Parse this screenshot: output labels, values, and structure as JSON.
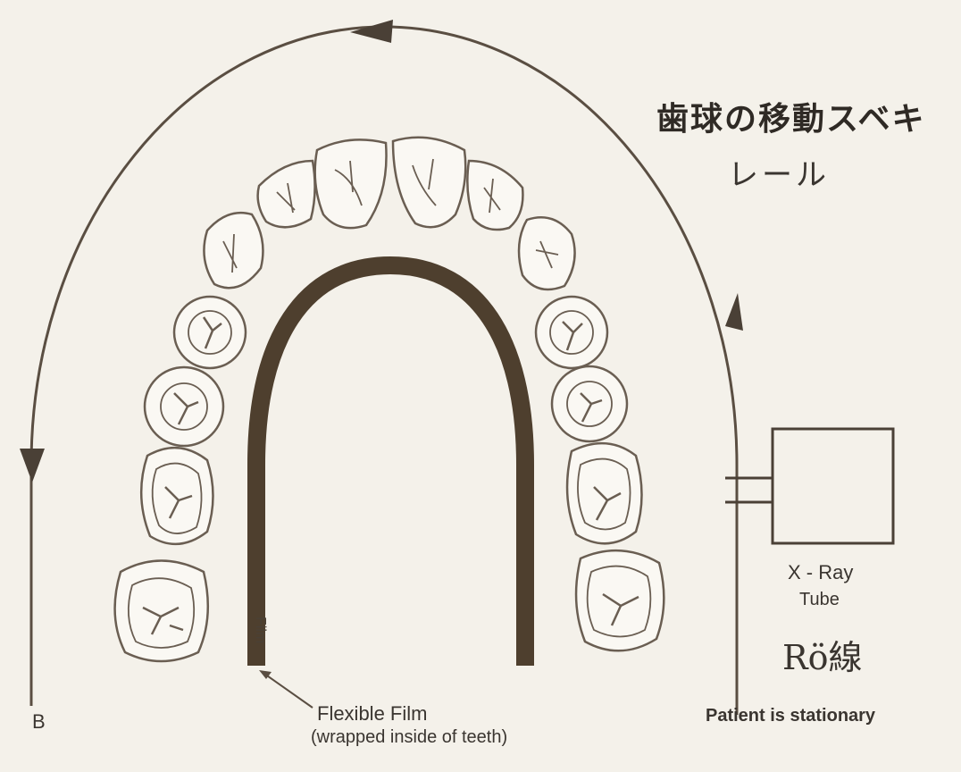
{
  "labels": {
    "rail_jp_line1": "歯球の移動スベキ",
    "rail_jp_line2": "レール",
    "xray_tube_line1": "X - Ray",
    "xray_tube_line2": "Tube",
    "xray_tube_jp": "Rö線",
    "patient_note": "Patient is stationary",
    "film_line1": "Flexible Film",
    "film_line2": "(wrapped inside of teeth)",
    "film_vertical": "Film",
    "figure_letter": "B"
  },
  "colors": {
    "background": "#f4f1ea",
    "ink": "#5a4e42",
    "film": "#4e3f2e"
  },
  "icons": [
    "arrow-up-icon",
    "arrow-left-icon",
    "arrow-down-icon"
  ]
}
